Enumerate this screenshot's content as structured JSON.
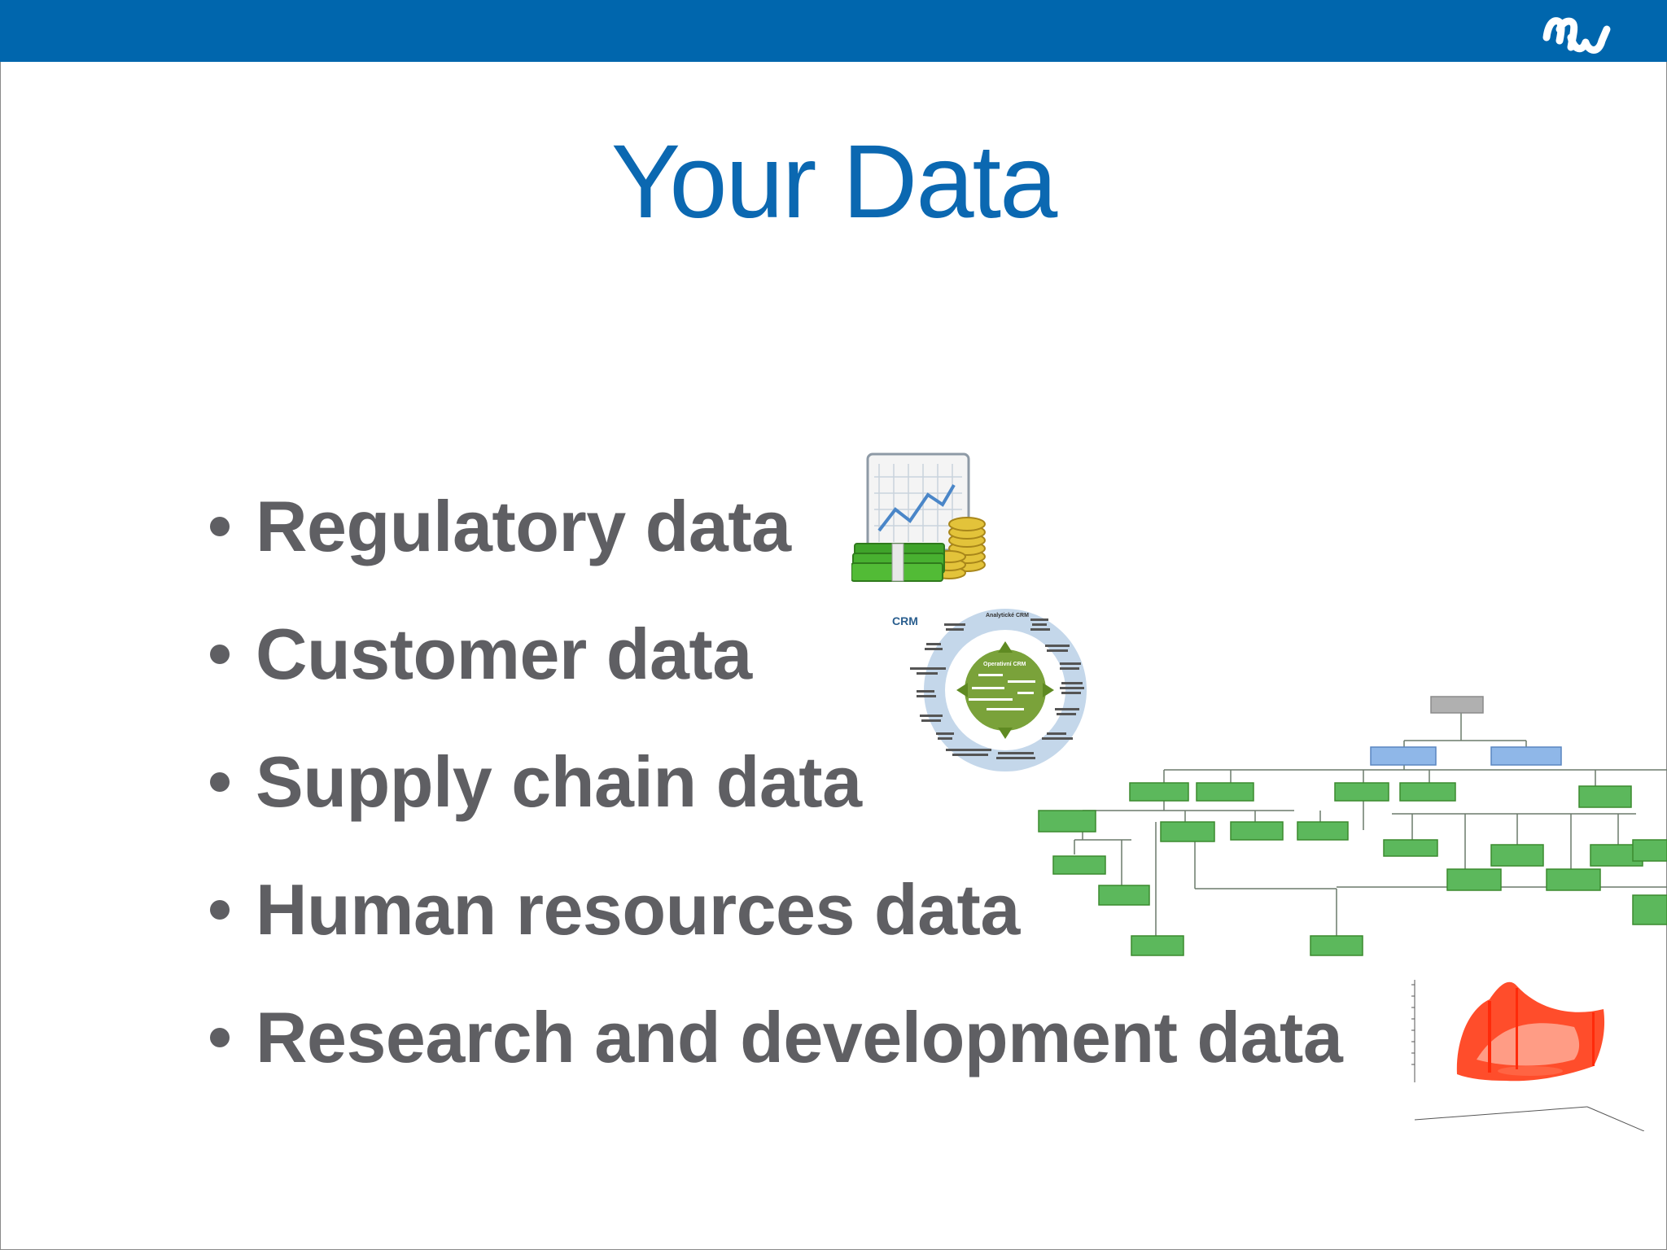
{
  "slide": {
    "title": "Your Data",
    "bullets": [
      "Regulatory data",
      "Customer data",
      "Supply chain data",
      "Human resources data",
      "Research and development data"
    ]
  },
  "colors": {
    "top_bar": "#0066ad",
    "title": "#0b68b1",
    "bullet_text": "#5f5f63",
    "org_box": "#5cb85c",
    "org_box_top": "#b0b0b0",
    "org_box_blue": "#8fb7e8",
    "plot_surface": "#ff2a0a"
  },
  "images": {
    "logo": "mw-logo",
    "regulatory": "money-chart-icon",
    "customer": "crm-diagram",
    "supply_chain": "org-chart",
    "research": "3d-surface-plot"
  },
  "crm_diagram": {
    "title": "CRM",
    "outer_label": "Analytické CRM",
    "inner_label": "Operativní CRM"
  }
}
